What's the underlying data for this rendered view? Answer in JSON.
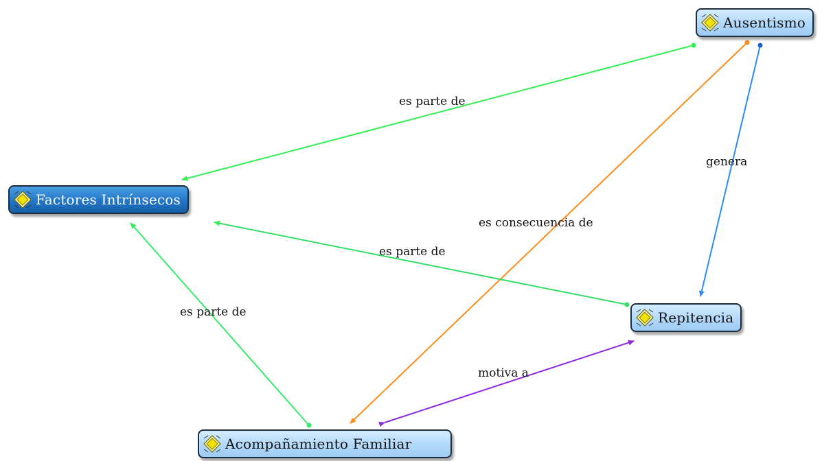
{
  "nodes": {
    "ausentismo": {
      "label": "Ausentismo",
      "icon": "code-family-icon"
    },
    "factores": {
      "label": "Factores Intrínsecos",
      "icon": "code-family-icon",
      "selected": true
    },
    "repitencia": {
      "label": "Repitencia",
      "icon": "code-family-icon"
    },
    "acompanamiento": {
      "label": "Acompañamiento Familiar",
      "icon": "code-family-icon"
    }
  },
  "edges": {
    "ausentismo_factores": {
      "label": "es parte de",
      "color": "#33ee55"
    },
    "ausentismo_repitencia": {
      "label": "genera",
      "color": "#2a8cf0"
    },
    "ausentismo_acompanamiento": {
      "label": "es consecuencia de",
      "color": "#ff8c1a"
    },
    "repitencia_factores": {
      "label": "es parte de",
      "color": "#33dd66"
    },
    "acompanamiento_factores": {
      "label": "es parte de",
      "color": "#33ee66"
    },
    "acompanamiento_repitencia": {
      "label": "motiva a",
      "color": "#8a2be2"
    }
  }
}
